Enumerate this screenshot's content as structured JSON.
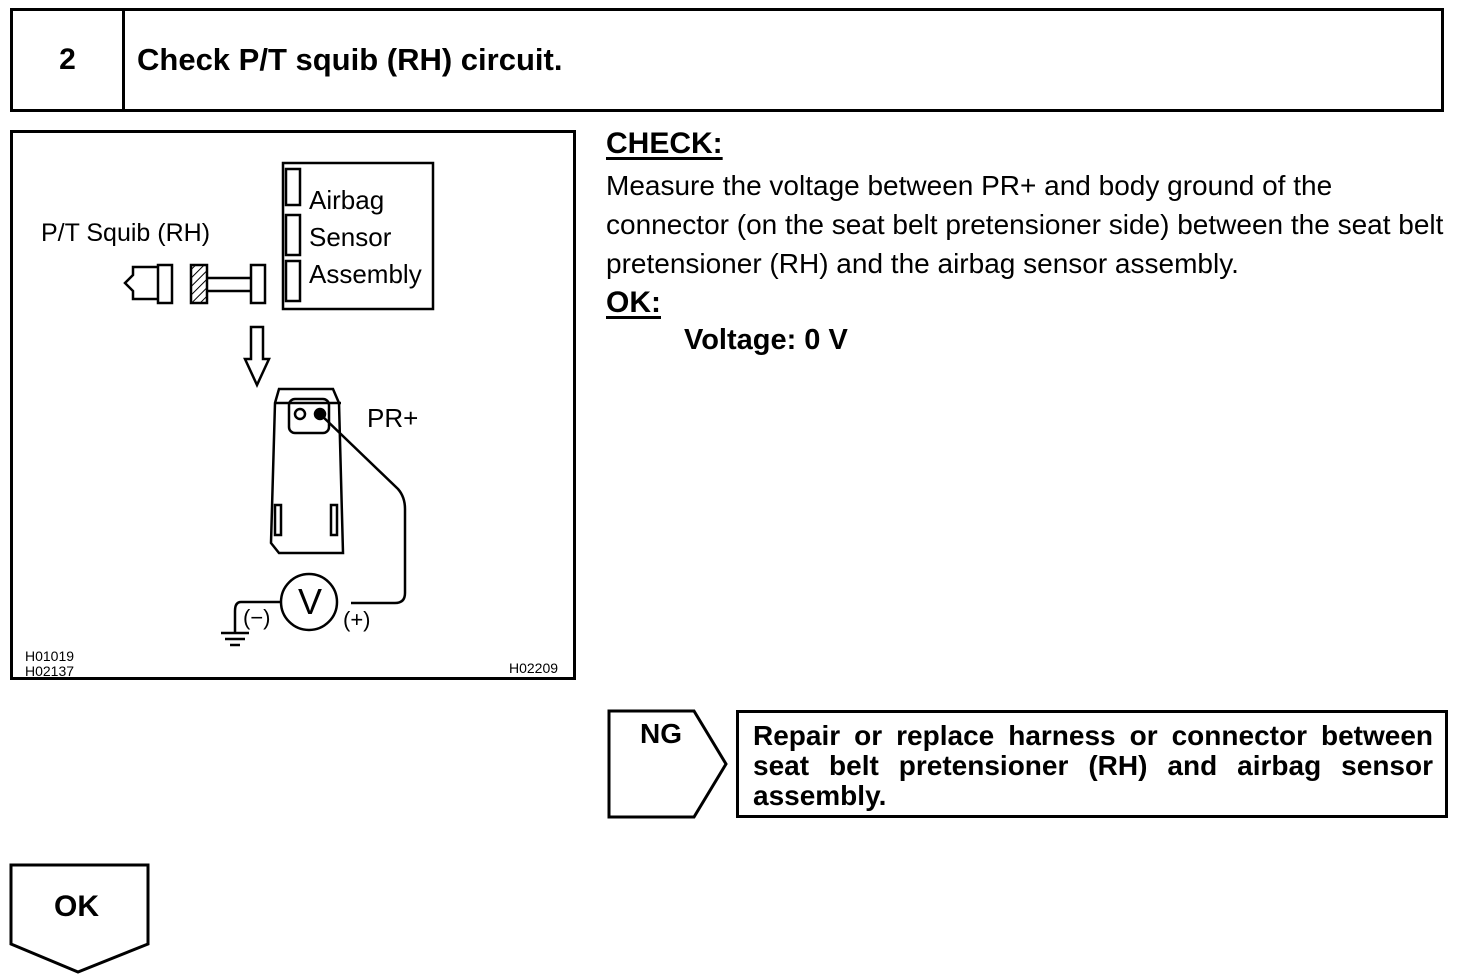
{
  "header": {
    "step_number": "2",
    "title": "Check P/T squib (RH) circuit."
  },
  "figure": {
    "squib_label": "P/T Squib (RH)",
    "ecu_label_line1": "Airbag",
    "ecu_label_line2": "Sensor",
    "ecu_label_line3": "Assembly",
    "terminal_label": "PR+",
    "meter_symbol": "V",
    "minus_label": "(−)",
    "plus_label": "(+)",
    "code_left_1": "H01019",
    "code_left_2": "H02137",
    "code_right": "H02209"
  },
  "check": {
    "heading": "CHECK:",
    "body": "Measure the voltage between PR+ and body ground of the connector (on the seat belt pretensioner side) between the seat belt pretensioner (RH) and the airbag sensor assembly."
  },
  "ok_spec": {
    "heading": "OK:",
    "value": "Voltage: 0 V"
  },
  "ng": {
    "label": "NG",
    "action": "Repair or replace harness or connector between seat belt pretensioner (RH) and airbag sensor assembly."
  },
  "ok_flow": {
    "label": "OK"
  }
}
